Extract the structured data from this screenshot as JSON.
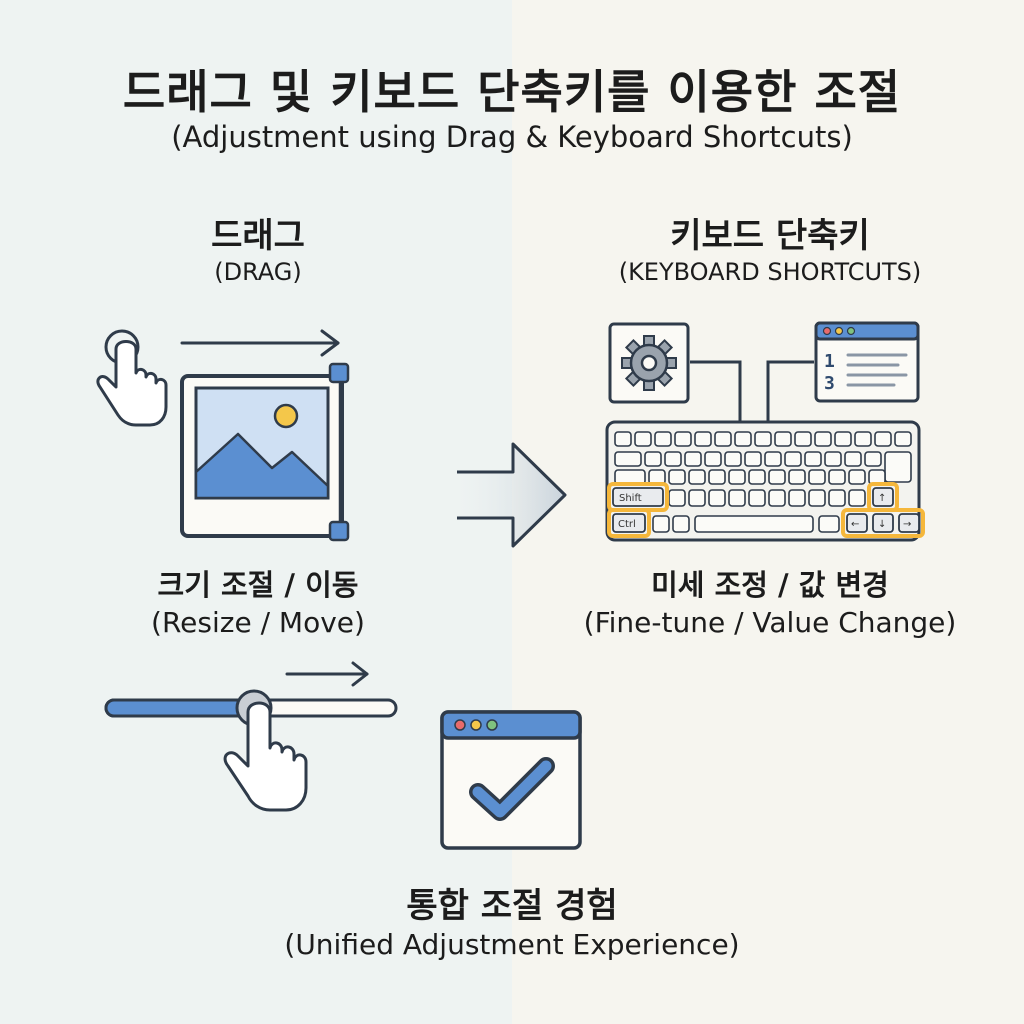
{
  "title": {
    "main": "드래그 및 키보드 단축키를 이용한 조절",
    "sub": "(Adjustment using Drag & Keyboard Shortcuts)"
  },
  "drag": {
    "heading": "드래그",
    "heading_en": "(DRAG)",
    "caption": "크기 조절 / 이동",
    "caption_en": "(Resize / Move)"
  },
  "keyboard": {
    "heading": "키보드 단축키",
    "heading_en": "(KEYBOARD SHORTCUTS)",
    "caption": "미세 조정 / 값 변경",
    "caption_en": "(Fine-tune / Value Change)",
    "keys": {
      "shift": "Shift",
      "ctrl": "Ctrl",
      "up": "↑",
      "left": "←",
      "down": "↓",
      "right": "→"
    },
    "list_numbers": [
      "1",
      "3"
    ]
  },
  "unified": {
    "caption": "통합 조절 경험",
    "caption_en": "(Unified Adjustment Experience)"
  },
  "colors": {
    "accent_blue": "#5b8fd1",
    "highlight_orange": "#f5b73b",
    "sun_yellow": "#f4c74a",
    "outline": "#2f3b4a"
  },
  "icons": [
    "hand-pointer-icon",
    "image-icon",
    "arrow-right-icon",
    "gear-icon",
    "list-window-icon",
    "keyboard-icon",
    "slider-icon",
    "checkmark-window-icon"
  ]
}
